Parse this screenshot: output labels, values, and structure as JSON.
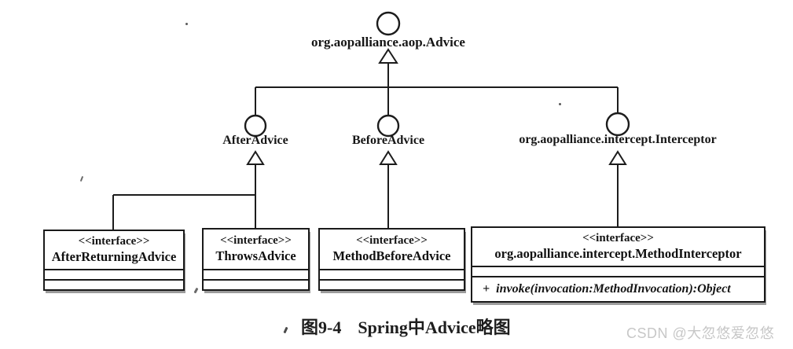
{
  "colors": {
    "ink": "#1c1c1c",
    "background": "#ffffff",
    "watermark_gray": "#c7c7c7"
  },
  "hierarchy": {
    "root": {
      "name": "org.aopalliance.aop.Advice"
    },
    "children": [
      {
        "name": "AfterAdvice"
      },
      {
        "name": "BeforeAdvice"
      },
      {
        "name": "org.aopalliance.intercept.Interceptor"
      }
    ]
  },
  "interface_boxes": [
    {
      "stereotype": "<<interface>>",
      "name": "AfterReturningAdvice"
    },
    {
      "stereotype": "<<interface>>",
      "name": "ThrowsAdvice"
    },
    {
      "stereotype": "<<interface>>",
      "name": "MethodBeforeAdvice"
    },
    {
      "stereotype": "<<interface>>",
      "name": "org.aopalliance.intercept.MethodInterceptor",
      "operation": "+  invoke(invocation:MethodInvocation):Object"
    }
  ],
  "caption": {
    "figure_number": "图9-4",
    "title": "Spring中Advice略图"
  },
  "watermark": "CSDN @大忽悠爱忽悠"
}
